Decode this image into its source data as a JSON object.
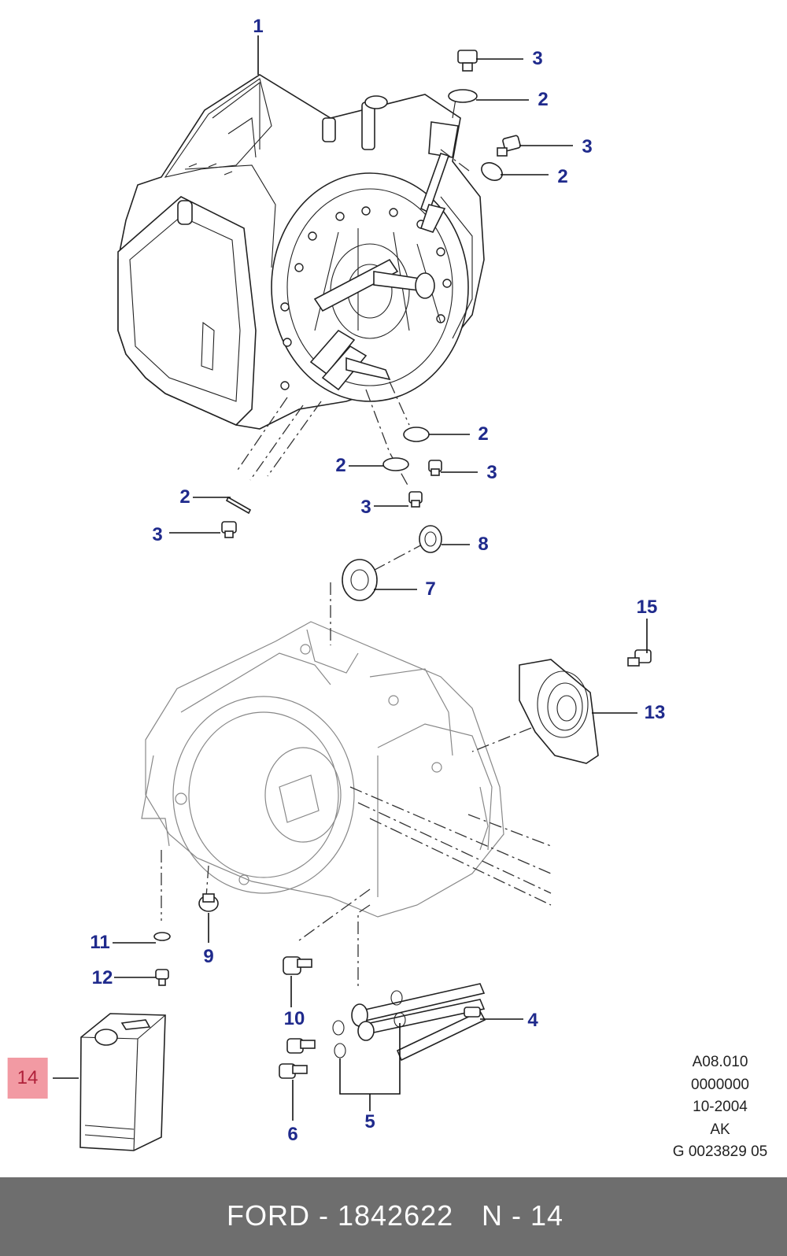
{
  "callouts": [
    {
      "id": "c1",
      "label": "1"
    },
    {
      "id": "c3a",
      "label": "3"
    },
    {
      "id": "c2a",
      "label": "2"
    },
    {
      "id": "c3b",
      "label": "3"
    },
    {
      "id": "c2b",
      "label": "2"
    },
    {
      "id": "c2c",
      "label": "2"
    },
    {
      "id": "c2d",
      "label": "2"
    },
    {
      "id": "c3c",
      "label": "3"
    },
    {
      "id": "c2e",
      "label": "2"
    },
    {
      "id": "c3d",
      "label": "3"
    },
    {
      "id": "c3e",
      "label": "3"
    },
    {
      "id": "c8",
      "label": "8"
    },
    {
      "id": "c7",
      "label": "7"
    },
    {
      "id": "c15",
      "label": "15"
    },
    {
      "id": "c13",
      "label": "13"
    },
    {
      "id": "c11",
      "label": "11"
    },
    {
      "id": "c9",
      "label": "9"
    },
    {
      "id": "c12",
      "label": "12"
    },
    {
      "id": "c10",
      "label": "10"
    },
    {
      "id": "c4",
      "label": "4"
    },
    {
      "id": "c14",
      "label": "14"
    },
    {
      "id": "c5",
      "label": "5"
    },
    {
      "id": "c6",
      "label": "6"
    }
  ],
  "drawing_info": {
    "line1": "A08.010",
    "line2": "0000000",
    "line3": "10-2004",
    "line4": "AK",
    "line5": "G 0023829 05"
  },
  "footer": {
    "part": "FORD - 1842622",
    "position": "N - 14"
  },
  "colors": {
    "callout_text": "#1f2a8c",
    "highlight_bg": "#f29aa3",
    "highlight_text": "#b0213a",
    "footer_bg": "#6e6e6e"
  }
}
